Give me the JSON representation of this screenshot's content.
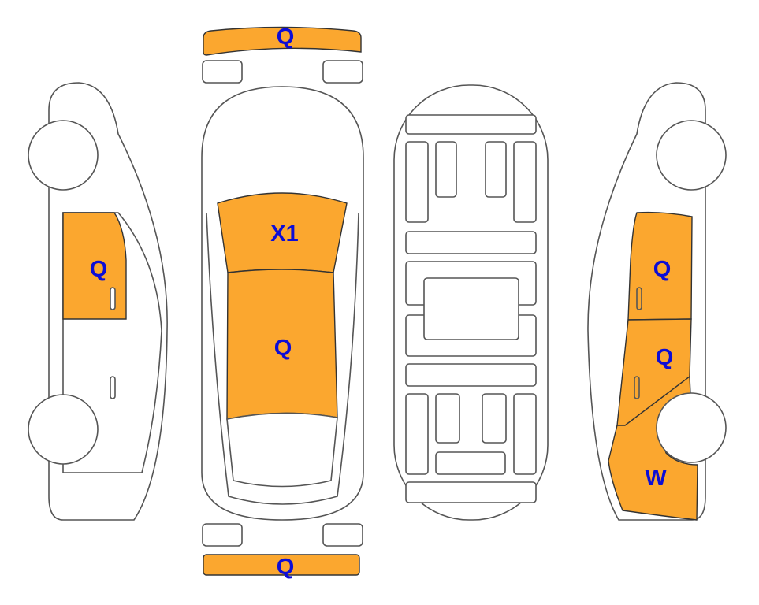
{
  "colors": {
    "damage_fill": "#fba72f",
    "label": "#0d0dd6",
    "outline": "#555555"
  },
  "panels": {
    "front_bumper": {
      "label": "Q"
    },
    "windshield": {
      "label": "X1"
    },
    "roof": {
      "label": "Q"
    },
    "rear_bumper": {
      "label": "Q"
    },
    "left_front_door": {
      "label": "Q"
    },
    "right_front_door": {
      "label": "Q"
    },
    "right_rear_door": {
      "label": "Q"
    },
    "right_rear_quarter": {
      "label": "W"
    }
  }
}
